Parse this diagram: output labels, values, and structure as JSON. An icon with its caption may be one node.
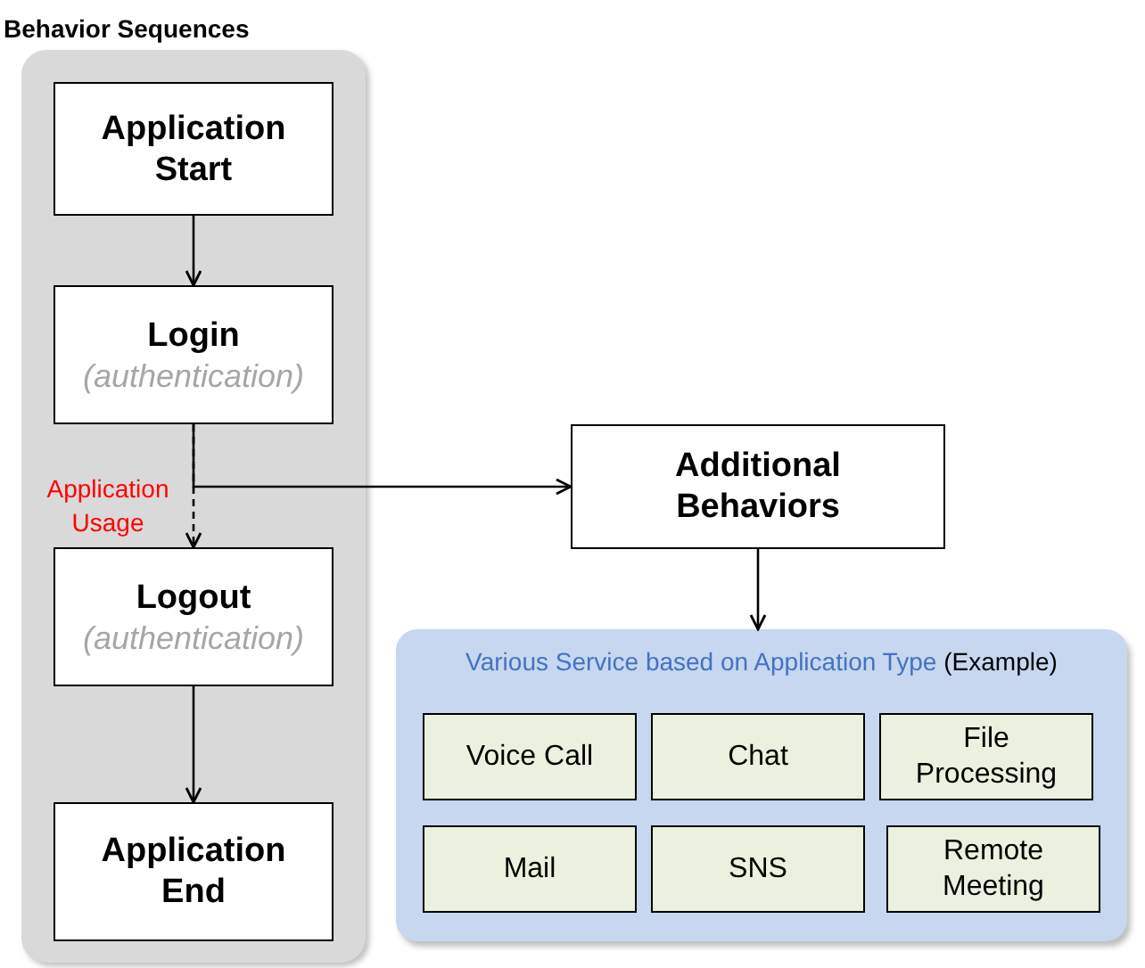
{
  "diagram": {
    "nodes": [
      {
        "text": [
          "Behavior Sequences"
        ]
      },
      {
        "text": [
          "Application Start"
        ],
        "in": 0
      },
      {
        "text": [
          "Login",
          "(authentication)"
        ],
        "in": 0
      },
      {
        "text": [
          "Logout",
          "(authentication)"
        ],
        "in": 0
      },
      {
        "text": [
          "Application End"
        ],
        "in": 0
      },
      {
        "text": [
          "Additional Behaviors"
        ]
      },
      {
        "text": [
          "Various Service based on Application Type",
          "(Example)"
        ]
      },
      {
        "text": [
          "Voice Call"
        ],
        "in": 6
      },
      {
        "text": [
          "Chat"
        ],
        "in": 6
      },
      {
        "text": [
          "File Processing"
        ],
        "in": 6
      },
      {
        "text": [
          "Mail"
        ],
        "in": 6
      },
      {
        "text": [
          "SNS"
        ],
        "in": 6
      },
      {
        "text": [
          "Remote Meeting"
        ],
        "in": 6
      }
    ],
    "edges": [
      {
        "from": 1,
        "to": 2,
        "arrow": "to"
      },
      {
        "from": 2,
        "to": 3,
        "arrow": "to",
        "style": "dashed",
        "label": "Application Usage"
      },
      {
        "from": 2,
        "to": 5,
        "arrow": "to"
      },
      {
        "from": 3,
        "to": 4,
        "arrow": "to"
      },
      {
        "from": 5,
        "to": 6,
        "arrow": "to"
      }
    ]
  }
}
